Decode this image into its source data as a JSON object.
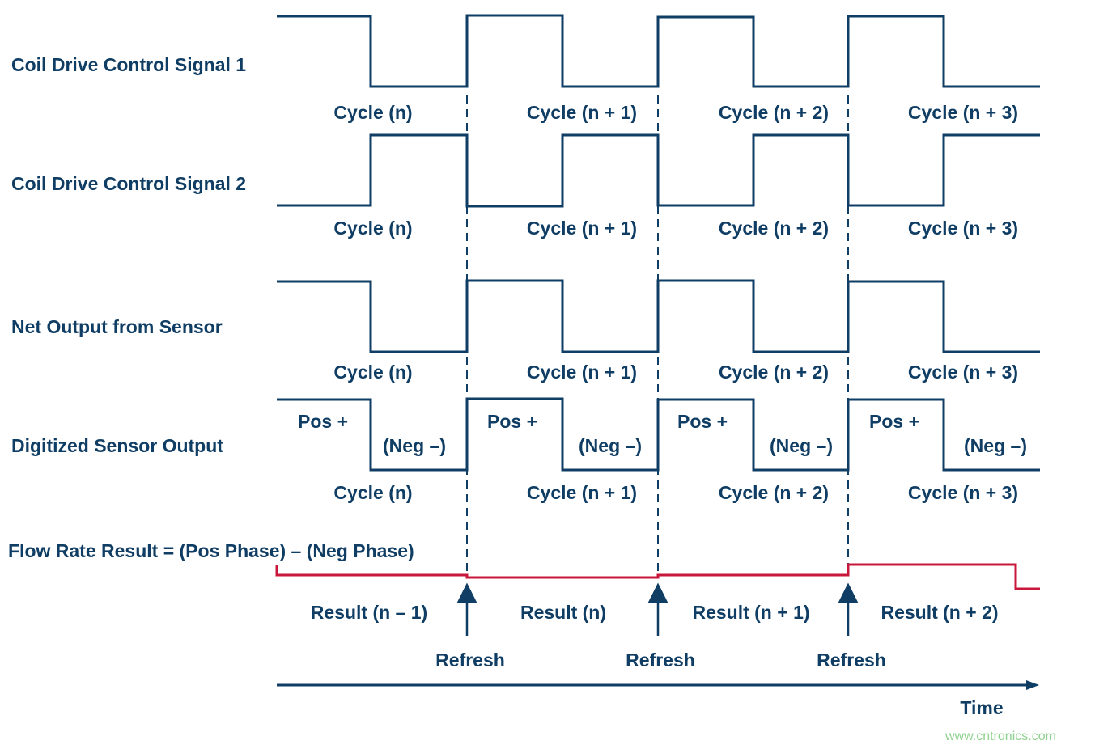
{
  "colors": {
    "signal": "#0f3d64",
    "result": "#c8173a",
    "watermark": "#8fd18f",
    "background": "#ffffff"
  },
  "rows": {
    "coil1": {
      "label": "Coil Drive Control Signal 1",
      "cycles": [
        "Cycle (n)",
        "Cycle (n + 1)",
        "Cycle (n + 2)",
        "Cycle (n + 3)"
      ]
    },
    "coil2": {
      "label": "Coil Drive Control Signal 2",
      "cycles": [
        "Cycle (n)",
        "Cycle (n + 1)",
        "Cycle (n + 2)",
        "Cycle (n + 3)"
      ]
    },
    "net": {
      "label": "Net Output from Sensor",
      "cycles": [
        "Cycle (n)",
        "Cycle (n + 1)",
        "Cycle (n + 2)",
        "Cycle (n + 3)"
      ]
    },
    "digitized": {
      "label": "Digitized Sensor Output",
      "cycles": [
        "Cycle (n)",
        "Cycle (n + 1)",
        "Cycle (n + 2)",
        "Cycle (n + 3)"
      ],
      "pos": [
        "Pos +",
        "Pos +",
        "Pos +",
        "Pos +"
      ],
      "neg": [
        "(Neg –)",
        "(Neg –)",
        "(Neg –)",
        "(Neg –)"
      ]
    },
    "flow": {
      "label": "Flow Rate Result = (Pos Phase) – (Neg Phase)",
      "results": [
        "Result (n – 1)",
        "Result (n)",
        "Result (n + 1)",
        "Result (n + 2)"
      ],
      "refresh": [
        "Refresh",
        "Refresh",
        "Refresh"
      ]
    }
  },
  "time_label": "Time",
  "watermark": "www.cntronics.com"
}
